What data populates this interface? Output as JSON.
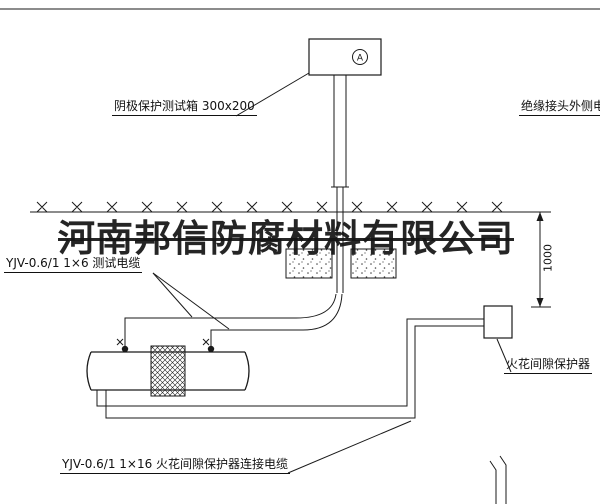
{
  "watermark": {
    "text": "河南邦信防腐材料有限公司"
  },
  "diagram": {
    "test_box_label": "阴极保护测试箱 300x200",
    "insulated_joint_cable_label": "绝缘接头外侧电缆",
    "test_cable_label": "YJV-0.6/1 1×6  测试电缆",
    "spark_gap_label": "火花间隙保护器",
    "spark_gap_cable_label": "YJV-0.6/1 1×16  火花间隙保护器连接电缆",
    "dimension_1000": "1000",
    "ammeter_symbol": "A"
  },
  "colors": {
    "line": "#1a1a1a",
    "watermark": "#141414",
    "background": "#ffffff"
  }
}
